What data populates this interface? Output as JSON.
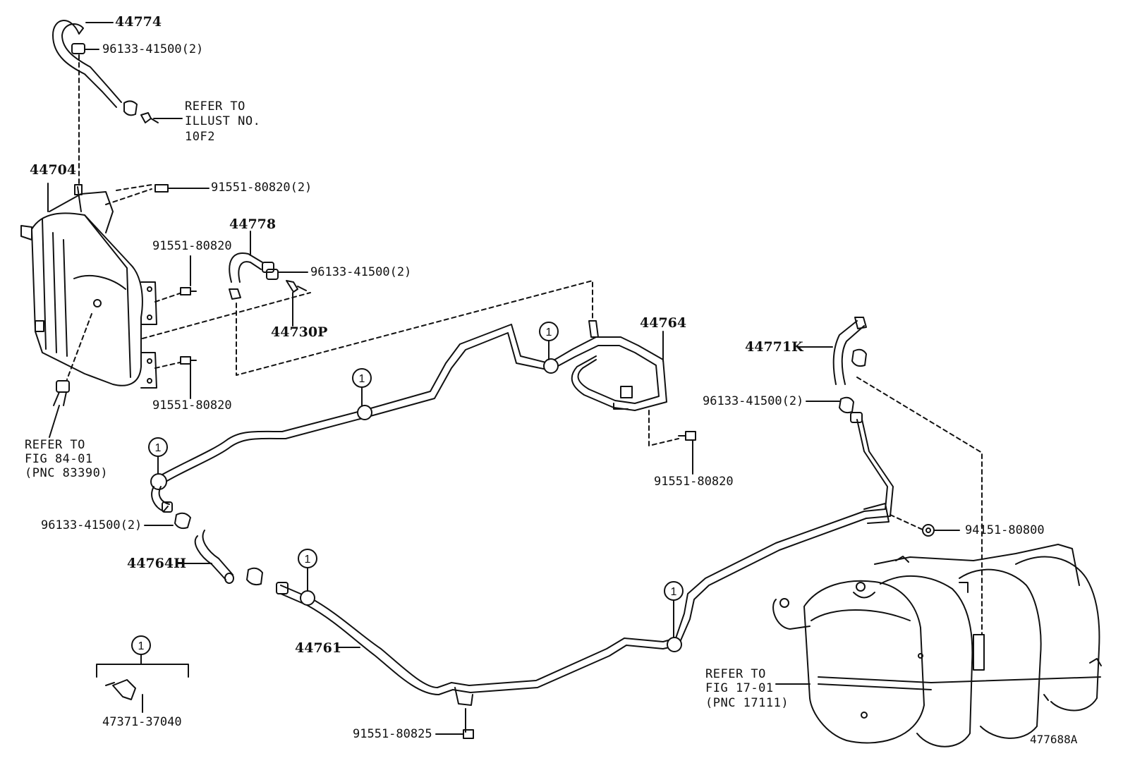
{
  "diagram_id": "477688A",
  "callout_symbol": "1",
  "labels": {
    "p44774": "44774",
    "p96133_top": "96133-41500(2)",
    "refer_10f2_line1": "REFER TO",
    "refer_10f2_line2": "ILLUST NO.",
    "refer_10f2_line3": "10F2",
    "p44704": "44704",
    "p91551_top": "91551-80820(2)",
    "p44778": "44778",
    "p91551_mid_upper": "91551-80820",
    "p96133_mid": "96133-41500(2)",
    "p44730p": "44730P",
    "p91551_mid_lower": "91551-80820",
    "refer_84_line1": "REFER TO",
    "refer_84_line2": "FIG 84-01",
    "refer_84_line3": "(PNC 83390)",
    "p44764": "44764",
    "p44771k": "44771K",
    "p96133_right": "96133-41500(2)",
    "p91551_right": "91551-80820",
    "p94151": "94151-80800",
    "p96133_left": "96133-41500(2)",
    "p44764h": "44764H",
    "p44761": "44761",
    "p47371": "47371-37040",
    "p91551_bottom": "91551-80825",
    "refer_17_line1": "REFER TO",
    "refer_17_line2": "FIG 17-01",
    "refer_17_line3": "(PNC 17111)"
  }
}
